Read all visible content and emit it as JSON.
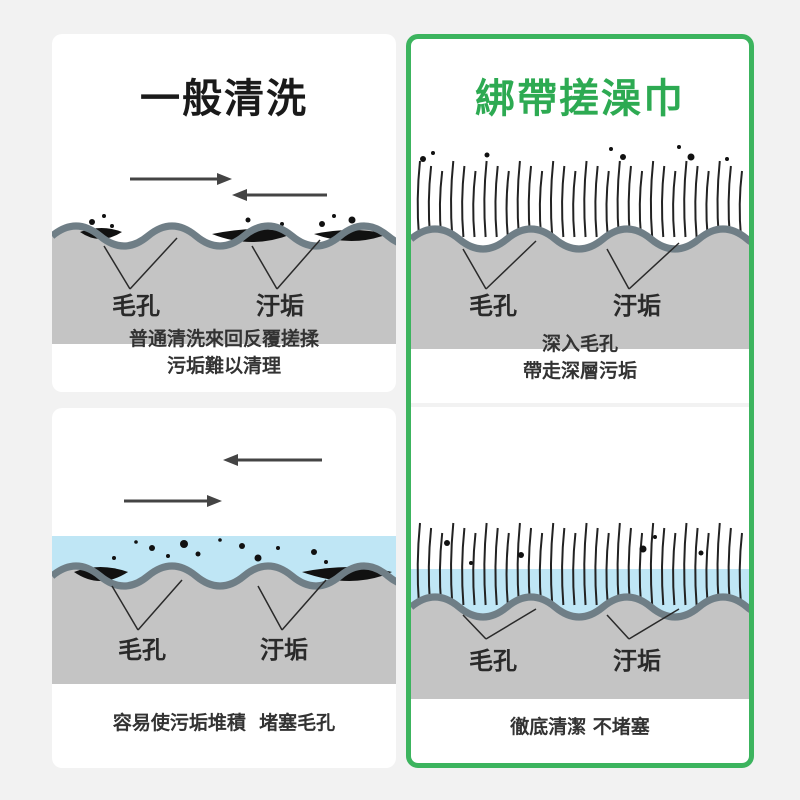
{
  "left_column": {
    "title": "一般清洗",
    "top_panel": {
      "label_pore": "毛孔",
      "label_dirt": "汙垢",
      "caption_line1": "普通清洗來回反覆搓揉",
      "caption_line2": "污垢難以清理"
    },
    "bottom_panel": {
      "label_pore": "毛孔",
      "label_dirt": "汙垢",
      "caption": "容易使污垢堆積  堵塞毛孔"
    }
  },
  "right_column": {
    "title": "綁帶搓澡巾",
    "top_panel": {
      "label_pore": "毛孔",
      "label_dirt": "汙垢",
      "caption_line1": "深入毛孔",
      "caption_line2": "帶走深層污垢"
    },
    "bottom_panel": {
      "label_pore": "毛孔",
      "label_dirt": "汙垢",
      "caption": "徹底清潔 不堵塞"
    }
  },
  "colors": {
    "highlight_border": "#3cb45e",
    "highlight_title": "#2daa52",
    "skin_gray": "#c4c4c4",
    "skin_outline": "#6f7e86",
    "water_blue": "#bfe6f5"
  },
  "icons": [
    "arrow-right-icon",
    "arrow-left-icon"
  ]
}
